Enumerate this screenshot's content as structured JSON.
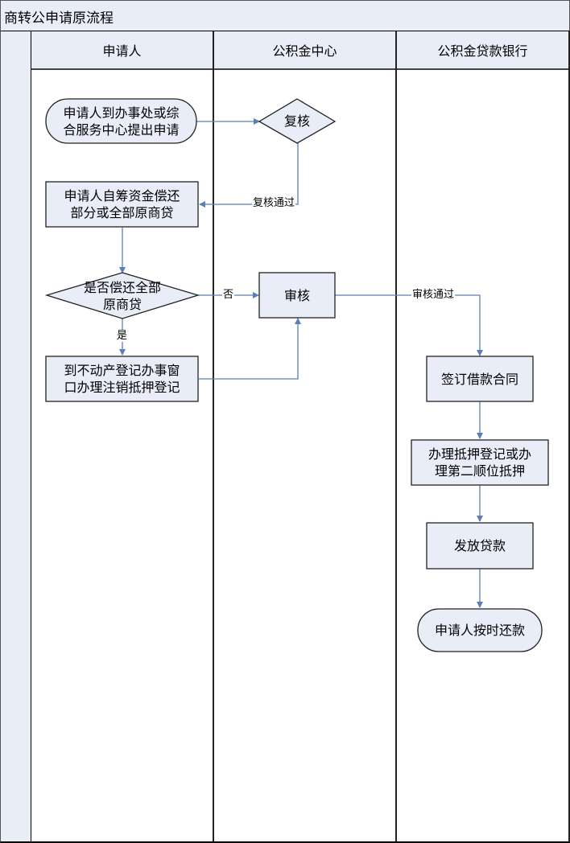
{
  "title": "商转公申请原流程",
  "lanes": [
    {
      "label": "申请人"
    },
    {
      "label": "公积金中心"
    },
    {
      "label": "公积金贷款银行"
    }
  ],
  "nodes": {
    "apply": {
      "label": "申请人到办事处或综合服务中心提出申请",
      "line1": "申请人到办事处或综",
      "line2": "合服务中心提出申请",
      "shape": "terminator"
    },
    "recheck": {
      "label": "复核",
      "shape": "decision"
    },
    "self_repay": {
      "line1": "申请人自筹资金偿还",
      "line2": "部分或全部原商贷",
      "shape": "process"
    },
    "full_repay_q": {
      "line1": "是否偿还全部",
      "line2": "原商贷",
      "shape": "decision"
    },
    "audit": {
      "label": "审核",
      "shape": "process"
    },
    "deregister": {
      "line1": "到不动产登记办事窗",
      "line2": "口办理注销抵押登记",
      "shape": "process"
    },
    "sign_contract": {
      "label": "签订借款合同",
      "shape": "process"
    },
    "mortgage": {
      "line1": "办理抵押登记或办",
      "line2": "理第二顺位抵押",
      "shape": "process"
    },
    "disburse": {
      "label": "发放贷款",
      "shape": "process"
    },
    "repay_on_time": {
      "label": "申请人按时还款",
      "shape": "terminator"
    }
  },
  "edges": {
    "recheck_pass": "复核通过",
    "no": "否",
    "yes": "是",
    "audit_pass": "审核通过"
  },
  "colors": {
    "node_fill": "#e8edf7",
    "connector": "#5b7fb5",
    "border": "#222222"
  }
}
